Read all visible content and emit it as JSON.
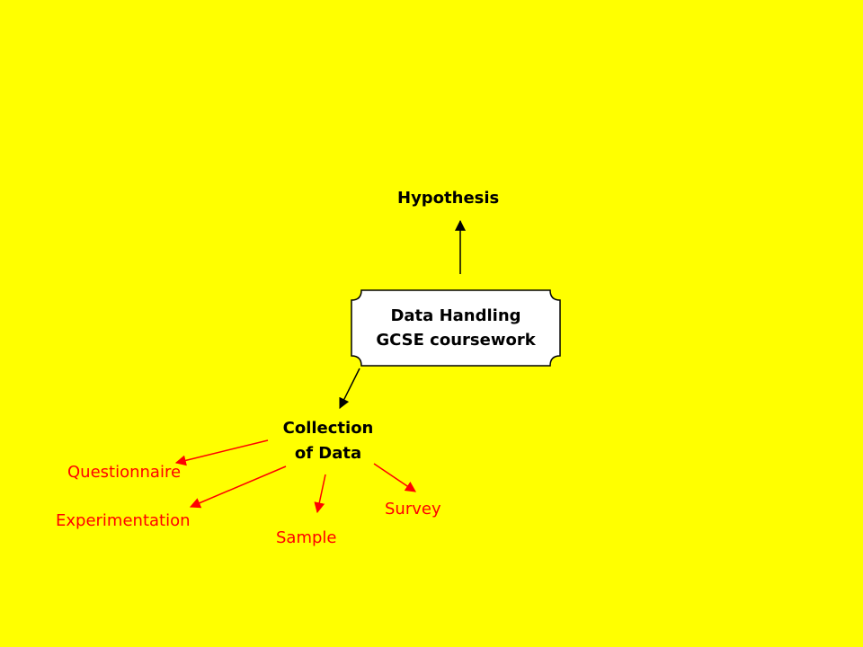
{
  "colors": {
    "background": "#ffff00",
    "main_text": "#000000",
    "branch_text": "#ff0000",
    "box_fill": "#ffffff"
  },
  "center": {
    "line1": "Data Handling",
    "line2": "GCSE coursework"
  },
  "hypothesis": "Hypothesis",
  "collection": {
    "line1": "Collection",
    "line2": "of Data"
  },
  "methods": {
    "questionnaire": "Questionnaire",
    "experimentation": "Experimentation",
    "sample": "Sample",
    "survey": "Survey"
  }
}
